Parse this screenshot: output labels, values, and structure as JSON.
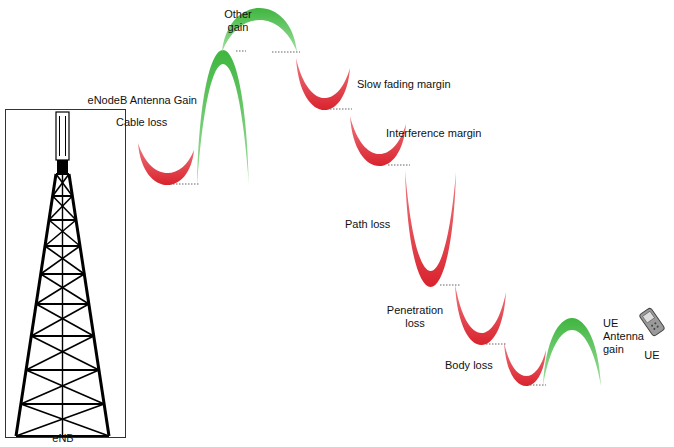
{
  "diagram": {
    "labels": [
      "Other gain",
      "eNodeB Antenna Gain",
      "Cable loss",
      "Slow fading margin",
      "Interference margin",
      "Path loss",
      "Penetration loss",
      "Body loss",
      "UE Antenna gain",
      "UE",
      "eNB"
    ]
  }
}
